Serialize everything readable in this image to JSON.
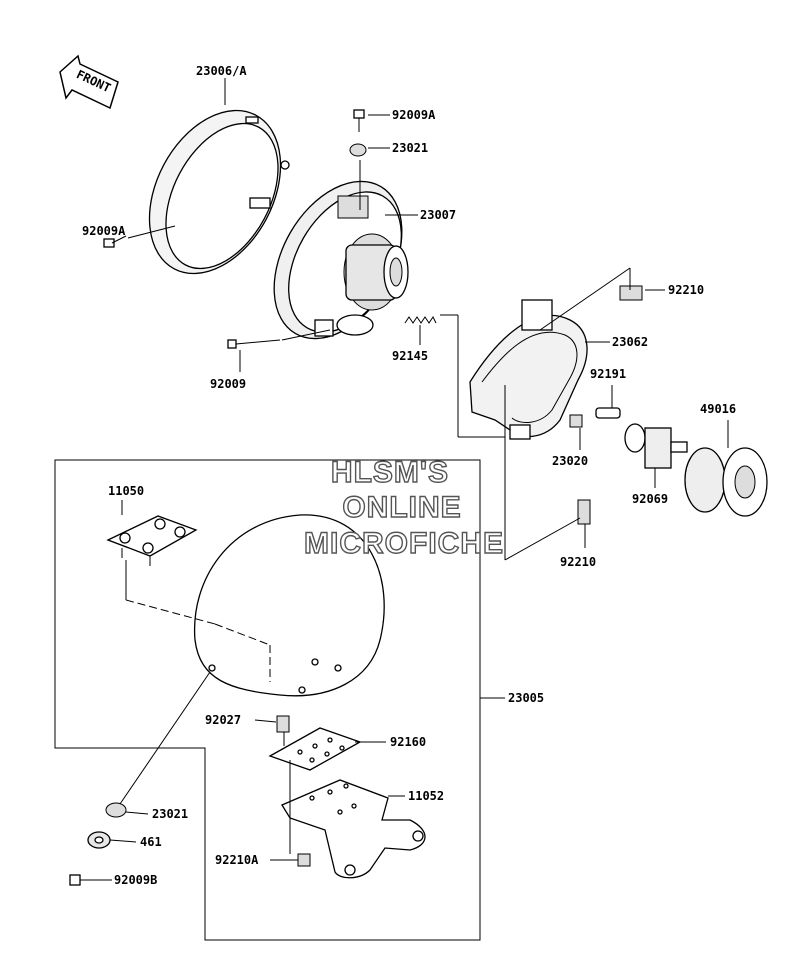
{
  "watermark": [
    "HLSM'S",
    "ONLINE",
    "MICROFICHE"
  ],
  "front_label": "FRONT",
  "parts": [
    "23006/A",
    "92009A",
    "92009A",
    "23021",
    "23007",
    "92009",
    "92145",
    "92210",
    "23062",
    "92191",
    "49016",
    "23020",
    "92069",
    "92210",
    "11050",
    "23005",
    "92027",
    "92160",
    "11052",
    "23021",
    "461",
    "92210A",
    "92009B"
  ]
}
